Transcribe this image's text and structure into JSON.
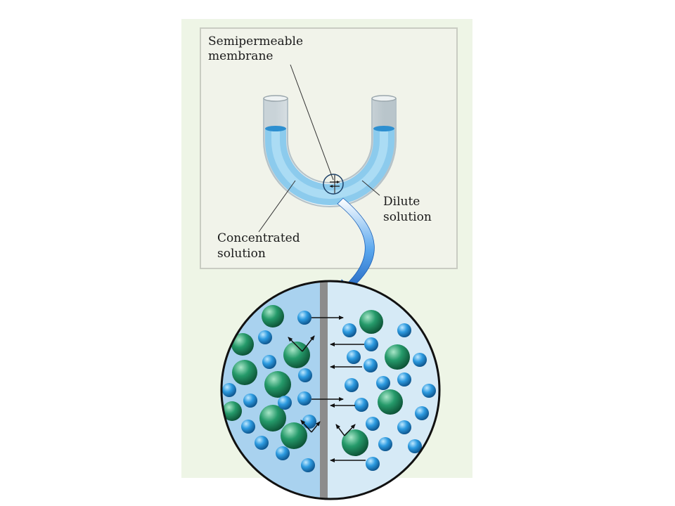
{
  "diagram": {
    "labels": {
      "membrane_line1": "Semipermeable",
      "membrane_line2": "membrane",
      "dilute_line1": "Dilute",
      "dilute_line2": "solution",
      "concentrated_line1": "Concentrated",
      "concentrated_line2": "solution"
    },
    "colors": {
      "panel_background": "#eef5e6",
      "inset_background": "#f1f3ea",
      "solution_blue": "#9fd0ee",
      "water_molecule": "#1e86c8",
      "solute_molecule": "#1f8a60",
      "membrane": "#8a8a8a",
      "zoom_arrow": "#1f6fc9"
    }
  }
}
